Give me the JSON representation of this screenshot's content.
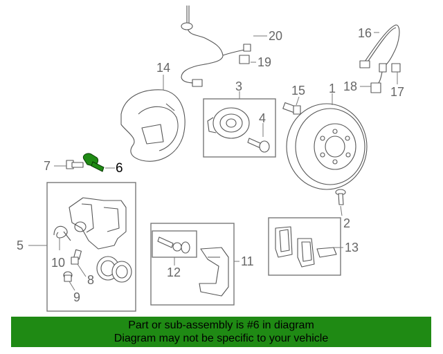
{
  "diagram": {
    "callouts": [
      "1",
      "2",
      "3",
      "4",
      "5",
      "6",
      "7",
      "8",
      "9",
      "10",
      "11",
      "12",
      "13",
      "14",
      "15",
      "16",
      "17",
      "18",
      "19",
      "20"
    ],
    "highlighted_part": "6",
    "highlight_color": "#1f8a14"
  },
  "banner": {
    "line1": "Part or sub-assembly is #6 in diagram",
    "line2": "Diagram may not be specific to your vehicle",
    "background": "#1f8a14"
  }
}
